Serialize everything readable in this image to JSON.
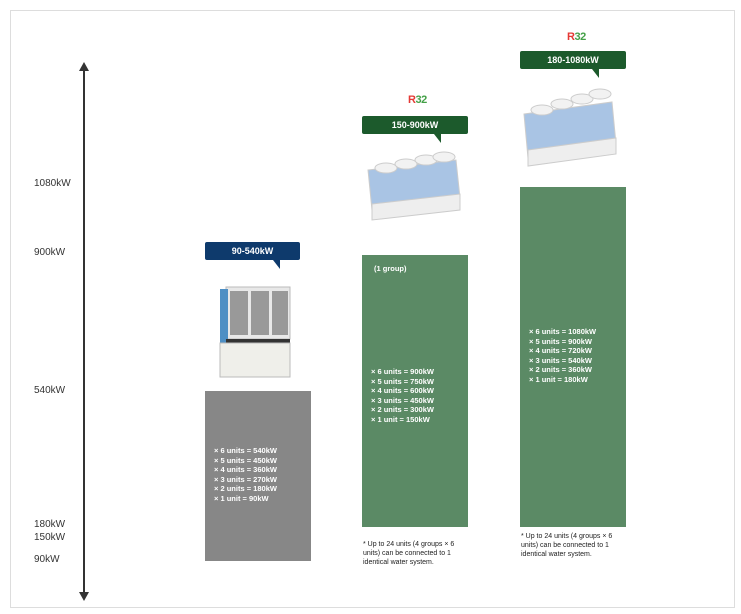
{
  "axis_labels": [
    "1080kW",
    "900kW",
    "540kW",
    "180kW",
    "150kW",
    "90kW"
  ],
  "colors": {
    "navy": "#0e3a6c",
    "dark_green": "#1c5a2c",
    "bar_green": "#5b8a65",
    "bar_gray": "#878787"
  },
  "products": [
    {
      "range": "90-540kW",
      "refrigerant": "",
      "group": "",
      "lines": [
        "× 6 units = 540kW",
        "× 5 units = 450kW",
        "× 4 units = 360kW",
        "× 3 units = 270kW",
        "× 2 units = 180kW",
        "× 1 unit = 90kW"
      ],
      "note": ""
    },
    {
      "range": "150-900kW",
      "refrigerant_r": "R",
      "refrigerant_n": "32",
      "group": "(1 group)",
      "lines": [
        "× 6 units = 900kW",
        "× 5 units = 750kW",
        "× 4 units = 600kW",
        "× 3 units = 450kW",
        "× 2 units = 300kW",
        "× 1 unit = 150kW"
      ],
      "note": "* Up to 24 units (4 groups × 6 units) can be connected to 1 identical water system."
    },
    {
      "range": "180-1080kW",
      "refrigerant_r": "R",
      "refrigerant_n": "32",
      "group": "",
      "lines": [
        "× 6 units = 1080kW",
        "× 5 units = 900kW",
        "× 4 units = 720kW",
        "× 3 units = 540kW",
        "× 2 units = 360kW",
        "× 1 unit = 180kW"
      ],
      "note": "* Up to 24 units (4 groups × 6 units) can be connected to 1 identical water system."
    }
  ]
}
